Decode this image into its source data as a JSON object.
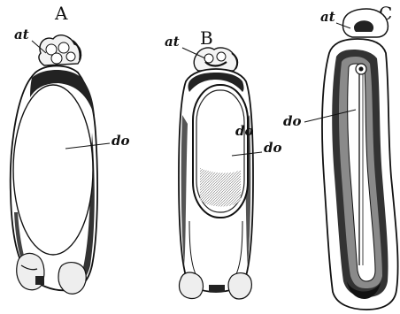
{
  "figure": {
    "panels": [
      {
        "letter": "A",
        "labels": {
          "at": "at",
          "do": "do"
        }
      },
      {
        "letter": "B",
        "labels": {
          "at": "at",
          "do": "do"
        }
      },
      {
        "letter": "C",
        "labels": {
          "at": "at",
          "do": "do"
        }
      }
    ]
  },
  "colors": {
    "ink": "#111111",
    "background": "#ffffff"
  }
}
